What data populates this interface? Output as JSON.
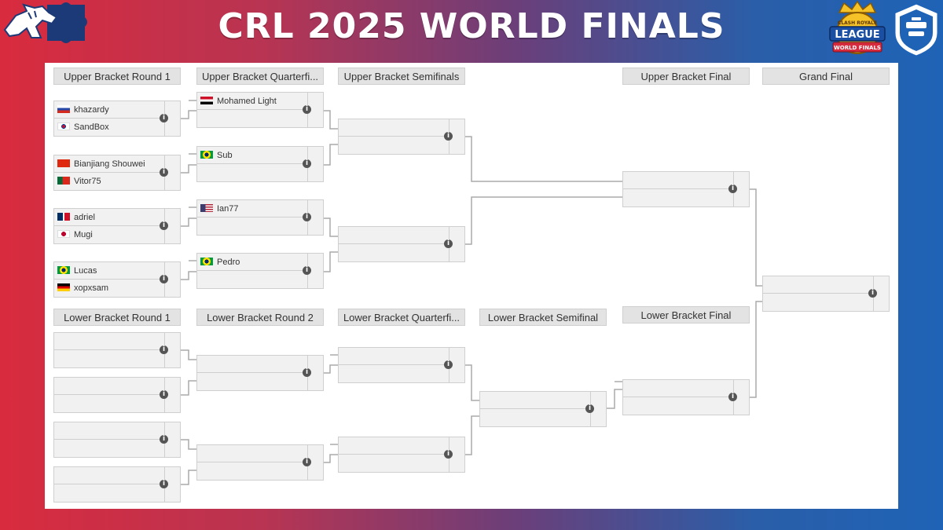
{
  "title": "CRL 2025 WORLD FINALS",
  "logos": {
    "left": "team-logo",
    "crl_text_top": "CLASH ROYALE",
    "crl_text_main": "LEAGUE",
    "crl_text_sub": "WORLD FINALS"
  },
  "headers": {
    "ub_r1": "Upper Bracket Round 1",
    "ub_qf": "Upper Bracket Quarterfi...",
    "ub_sf": "Upper Bracket Semifinals",
    "ub_final": "Upper Bracket Final",
    "grand_final": "Grand Final",
    "lb_r1": "Lower Bracket Round 1",
    "lb_r2": "Lower Bracket Round 2",
    "lb_qf": "Lower Bracket Quarterfi...",
    "lb_sf": "Lower Bracket Semifinal",
    "lb_final": "Lower Bracket Final"
  },
  "players": {
    "khazardy": "khazardy",
    "sandbox": "SandBox",
    "bianjiang": "Bianjiang Shouwei",
    "vitor": "Vitor75",
    "adriel": "adriel",
    "mugi": "Mugi",
    "lucas": "Lucas",
    "xopxsam": "xopxsam",
    "mohamed": "Mohamed Light",
    "sub": "Sub",
    "ian": "Ian77",
    "pedro": "Pedro"
  },
  "info_glyph": "i",
  "colors": {
    "red": "#d92b3e",
    "blue": "#1f63b6",
    "panel": "#ffffff",
    "match_bg": "#f1f1f1",
    "header_bg": "#e3e3e3"
  }
}
